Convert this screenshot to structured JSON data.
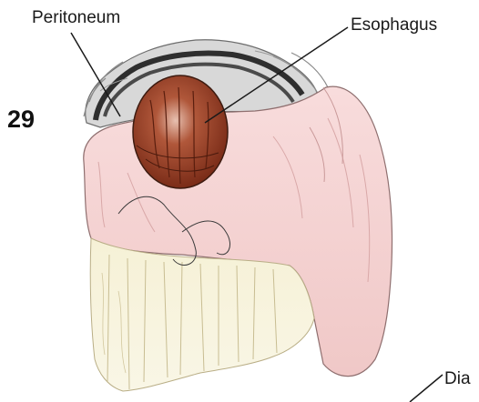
{
  "figure": {
    "number": "29",
    "labels": {
      "peritoneum": "Peritoneum",
      "esophagus": "Esophagus",
      "diaphragm_partial": "Dia"
    }
  },
  "colors": {
    "esophagus": "#8e3a24",
    "stomach_wrap": "#f5d4d3",
    "omentum": "#f3eed0",
    "peritoneum_dark": "#3b3b3b",
    "background": "#ffffff"
  }
}
